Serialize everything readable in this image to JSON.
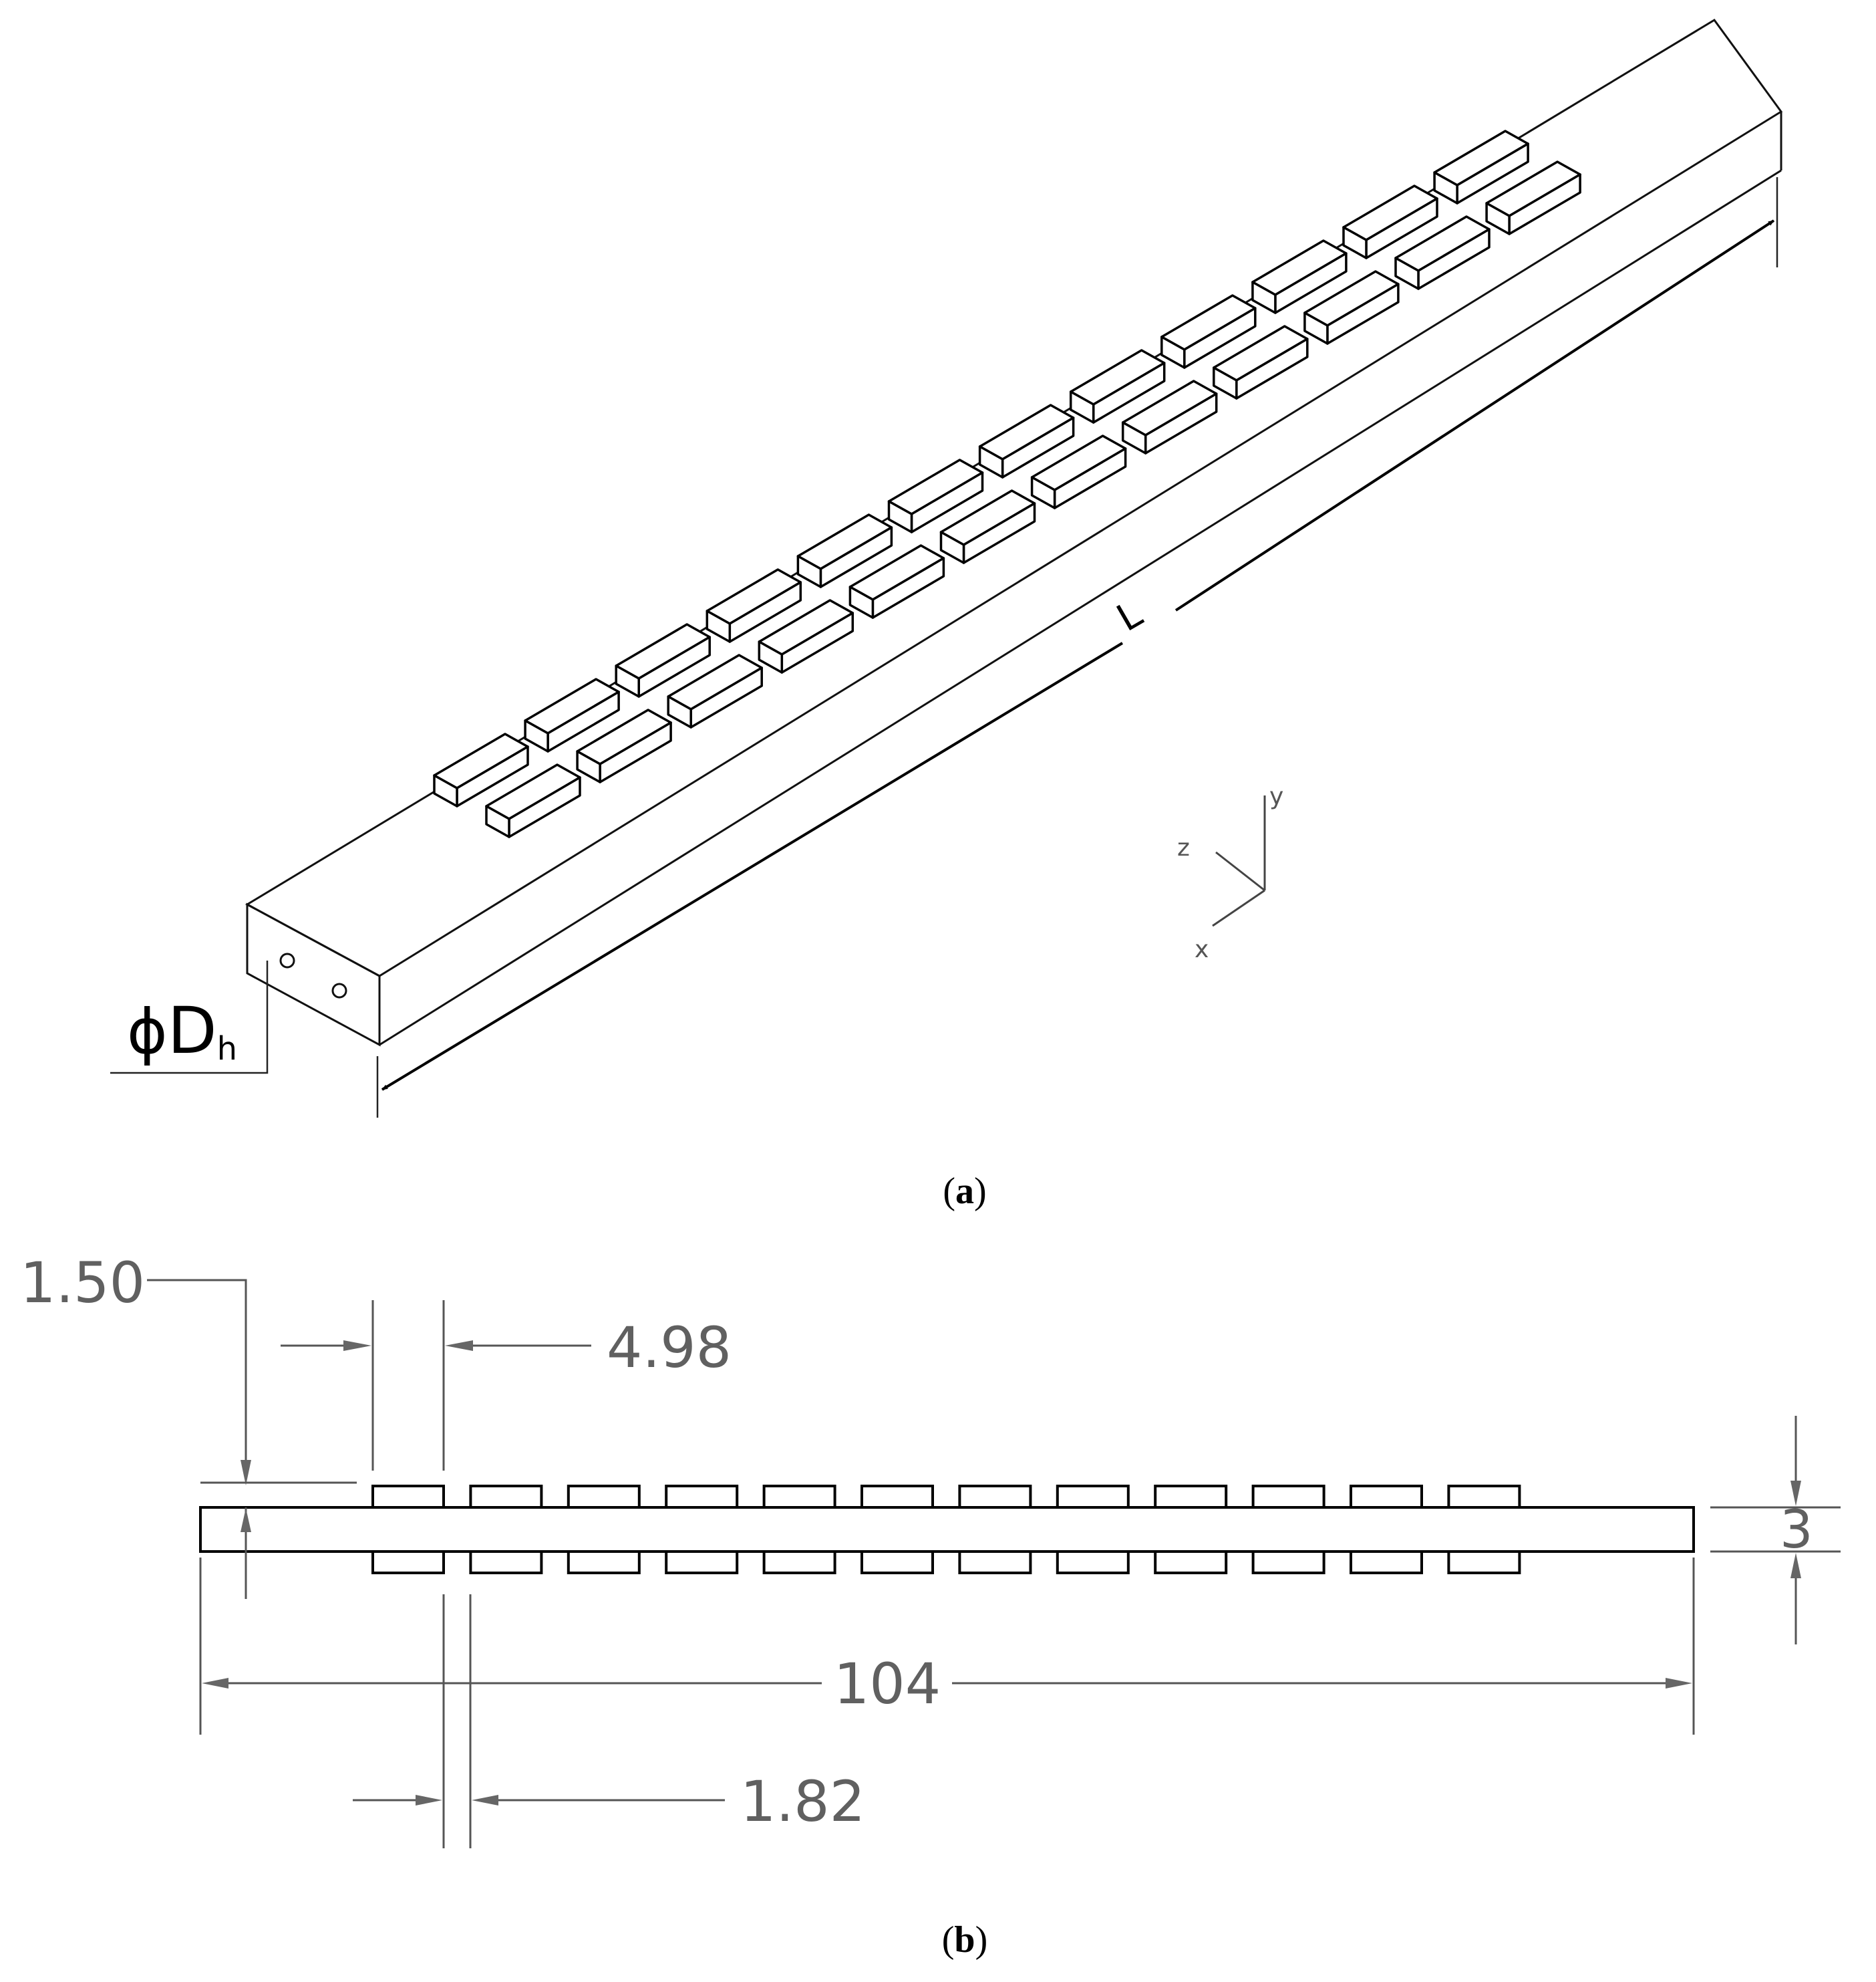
{
  "panel_a": {
    "caption_letter": "a",
    "length_label": "L",
    "diameter_symbol": "ϕ",
    "diameter_label": "D",
    "diameter_subscript": "h",
    "axes": {
      "x": "x",
      "y": "y",
      "z": "z"
    },
    "fin_rows": 2,
    "fins_per_row": 12
  },
  "panel_b": {
    "caption_letter": "b",
    "dim_fin_height": "1.50",
    "dim_fin_spacing": "4.98",
    "dim_overall_length": "104",
    "dim_fin_gap": "1.82",
    "dim_thickness": "3",
    "fins_per_side": 12
  }
}
